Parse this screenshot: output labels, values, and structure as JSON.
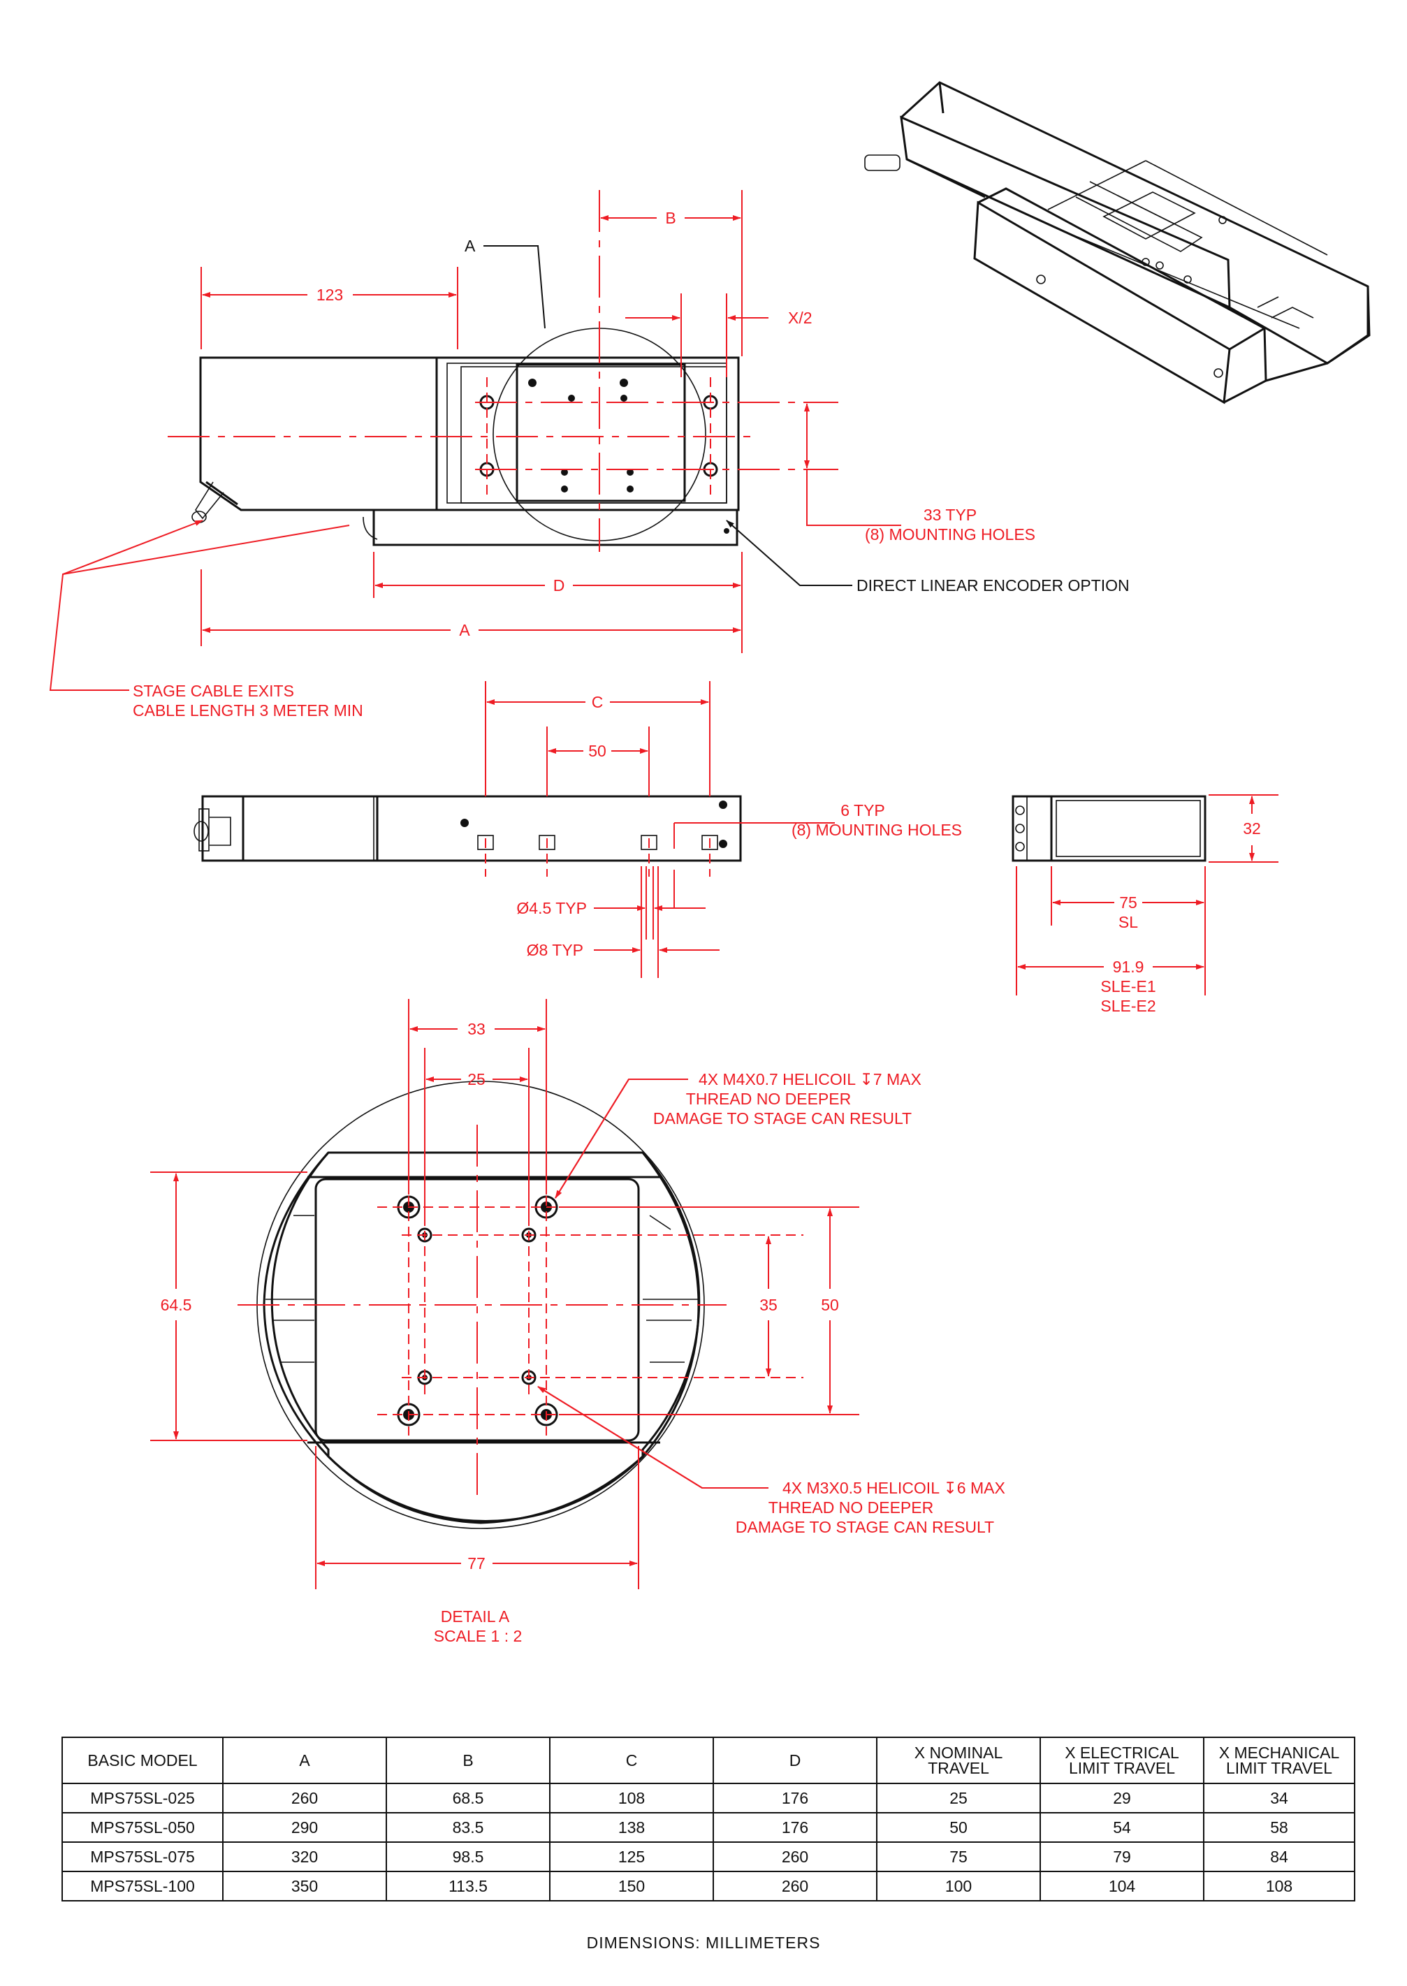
{
  "labels": {
    "A_detail_callout": "A",
    "dim_123": "123",
    "dim_B": "B",
    "dim_X2": "X/2",
    "dim_D": "D",
    "dim_A": "A",
    "mounting_top_1": "33 TYP",
    "mounting_top_2": "(8) MOUNTING HOLES",
    "encoder": "DIRECT LINEAR ENCODER OPTION",
    "cable_1": "STAGE CABLE EXITS",
    "cable_2": "CABLE LENGTH 3 METER MIN",
    "dim_C": "C",
    "dim_50_side": "50",
    "mounting_side_1": "6 TYP",
    "mounting_side_2": "(8) MOUNTING HOLES",
    "dia45": "Ø4.5 TYP",
    "dia8": "Ø8 TYP",
    "dim_32": "32",
    "dim_75": "75",
    "dim_75_sub": "SL",
    "dim_919": "91.9",
    "dim_919_sub1": "SLE-E1",
    "dim_919_sub2": "SLE-E2",
    "dim_33": "33",
    "dim_25": "25",
    "m4_1": "4X  M4X0.7 HELICOIL ↧7 MAX",
    "m4_2": "THREAD NO DEEPER",
    "m4_3": "DAMAGE TO STAGE CAN RESULT",
    "dim_645": "64.5",
    "dim_35": "35",
    "dim_50_detail": "50",
    "m3_1": "4X M3X0.5 HELICOIL ↧6 MAX",
    "m3_2": "THREAD NO DEEPER",
    "m3_3": "DAMAGE TO STAGE CAN RESULT",
    "dim_77": "77",
    "detail_title": "DETAIL A",
    "detail_scale": "SCALE 1 : 2"
  },
  "table": {
    "headers": [
      [
        "BASIC MODEL"
      ],
      [
        "A"
      ],
      [
        "B"
      ],
      [
        "C"
      ],
      [
        "D"
      ],
      [
        "X NOMINAL",
        "TRAVEL"
      ],
      [
        "X ELECTRICAL",
        "LIMIT TRAVEL"
      ],
      [
        "X MECHANICAL",
        "LIMIT TRAVEL"
      ]
    ],
    "rows": [
      [
        "MPS75SL-025",
        "260",
        "68.5",
        "108",
        "176",
        "25",
        "29",
        "34"
      ],
      [
        "MPS75SL-050",
        "290",
        "83.5",
        "138",
        "176",
        "50",
        "54",
        "58"
      ],
      [
        "MPS75SL-075",
        "320",
        "98.5",
        "125",
        "260",
        "75",
        "79",
        "84"
      ],
      [
        "MPS75SL-100",
        "350",
        "113.5",
        "150",
        "260",
        "100",
        "104",
        "108"
      ]
    ]
  },
  "footer": "DIMENSIONS:  MILLIMETERS",
  "colors": {
    "dimension": "#ee1c24",
    "object": "#111111"
  }
}
